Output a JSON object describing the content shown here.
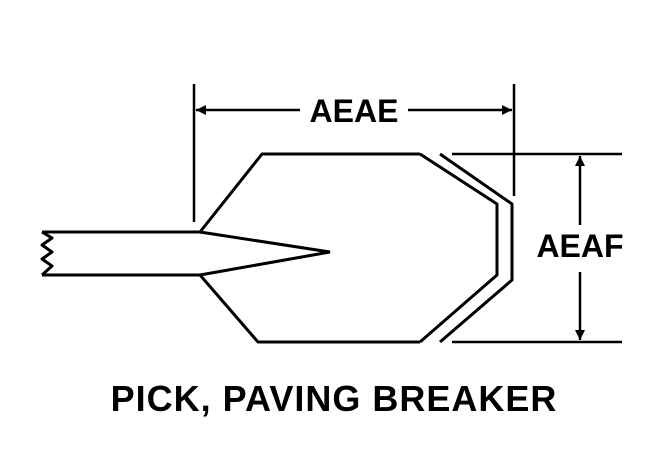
{
  "diagram": {
    "dimension_width_label": "AEAE",
    "dimension_height_label": "AEAF",
    "caption": "PICK, PAVING BREAKER",
    "line_color": "#000000",
    "background_color": "#ffffff"
  }
}
